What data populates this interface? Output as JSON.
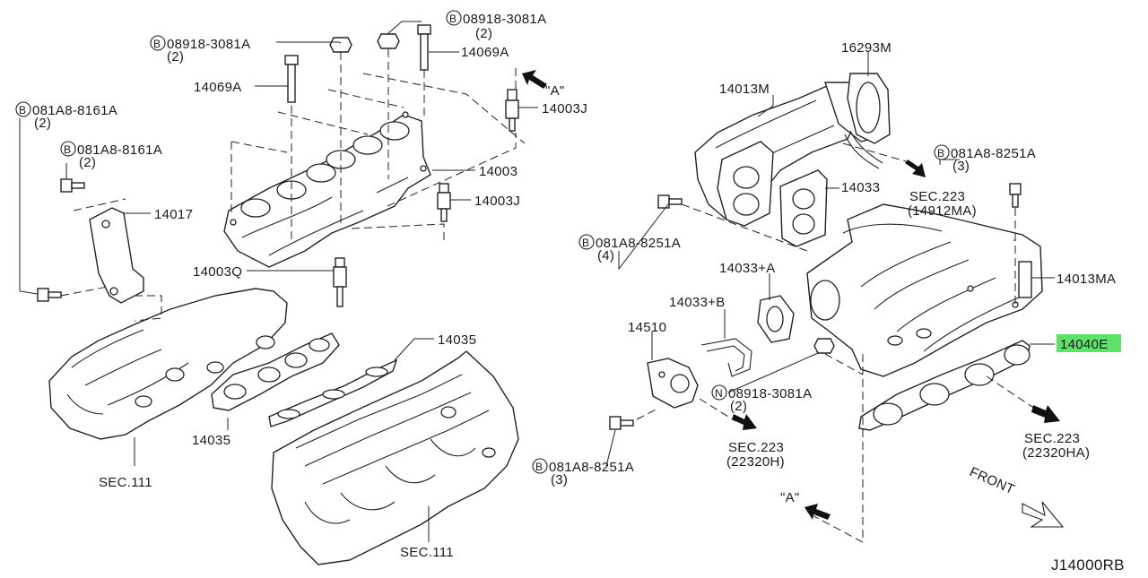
{
  "diagram_code": "J14000RB",
  "highlight_color": "#5fe06a",
  "labels": {
    "b08918_top_right": "08918-3081A",
    "b08918_top_right_qty": "(2)",
    "b08918_top_left": "08918-3081A",
    "b08918_top_left_qty": "(2)",
    "p14069a_right": "14069A",
    "p14069a_left": "14069A",
    "b081a8_8161a_1": "081A8-8161A",
    "b081a8_8161a_1_qty": "(2)",
    "b081a8_8161a_2": "081A8-8161A",
    "b081a8_8161a_2_qty": "(2)",
    "ref_a_top": "\"A\"",
    "p14003j_top": "14003J",
    "p14003": "14003",
    "p14003j_mid": "14003J",
    "p14017": "14017",
    "p14003q": "14003Q",
    "p14035_right": "14035",
    "p14035_left": "14035",
    "sec111_left": "SEC.111",
    "sec111_bottom": "SEC.111",
    "p16293m": "16293M",
    "p14013m": "14013M",
    "b081a8_8251a_right": "081A8-8251A",
    "b081a8_8251a_right_qty": "(3)",
    "sec223_top": "SEC.223",
    "sec223_top_ref": "(14912MA)",
    "p14033": "14033",
    "b081a8_8251a_mid": "081A8-8251A",
    "b081a8_8251a_mid_qty": "(4)",
    "p14033a": "14033+A",
    "p14013ma": "14013MA",
    "p14033b": "14033+B",
    "p14510": "14510",
    "p14040e": "14040E",
    "n08918": "08918-3081A",
    "n08918_qty": "(2)",
    "sec223_mid": "SEC.223",
    "sec223_mid_ref": "(22320H)",
    "sec223_right": "SEC.223",
    "sec223_right_ref": "(22320HA)",
    "b081a8_8251a_bottom": "081A8-8251A",
    "b081a8_8251a_bottom_qty": "(3)",
    "ref_a_bottom": "\"A\"",
    "front": "FRONT",
    "badge_b": "B",
    "badge_n": "N"
  }
}
